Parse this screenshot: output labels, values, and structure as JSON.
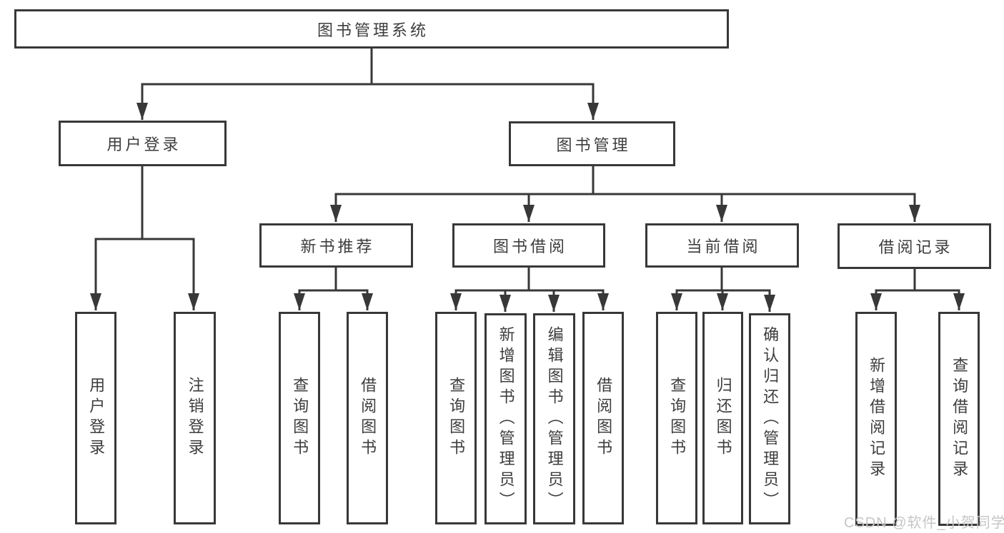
{
  "diagram": {
    "watermark": "CSDN @软件_小贺同学",
    "colors": {
      "line": "#383838",
      "text": "#3d3d3d",
      "watermark": "#c6c6c6",
      "background": "#ffffff"
    },
    "root": {
      "label": "图书管理系统",
      "children": [
        {
          "label": "用户登录",
          "children": [
            {
              "label": "用户登录"
            },
            {
              "label": "注销登录"
            }
          ]
        },
        {
          "label": "图书管理",
          "children": [
            {
              "label": "新书推荐",
              "children": [
                {
                  "label": "查询图书"
                },
                {
                  "label": "借阅图书"
                }
              ]
            },
            {
              "label": "图书借阅",
              "children": [
                {
                  "label": "查询图书"
                },
                {
                  "label": "新增图书（管理员）"
                },
                {
                  "label": "编辑图书（管理员）"
                },
                {
                  "label": "借阅图书"
                }
              ]
            },
            {
              "label": "当前借阅",
              "children": [
                {
                  "label": "查询图书"
                },
                {
                  "label": "归还图书"
                },
                {
                  "label": "确认归还（管理员）"
                }
              ]
            },
            {
              "label": "借阅记录",
              "children": [
                {
                  "label": "新增借阅记录"
                },
                {
                  "label": "查询借阅记录"
                }
              ]
            }
          ]
        }
      ]
    }
  }
}
